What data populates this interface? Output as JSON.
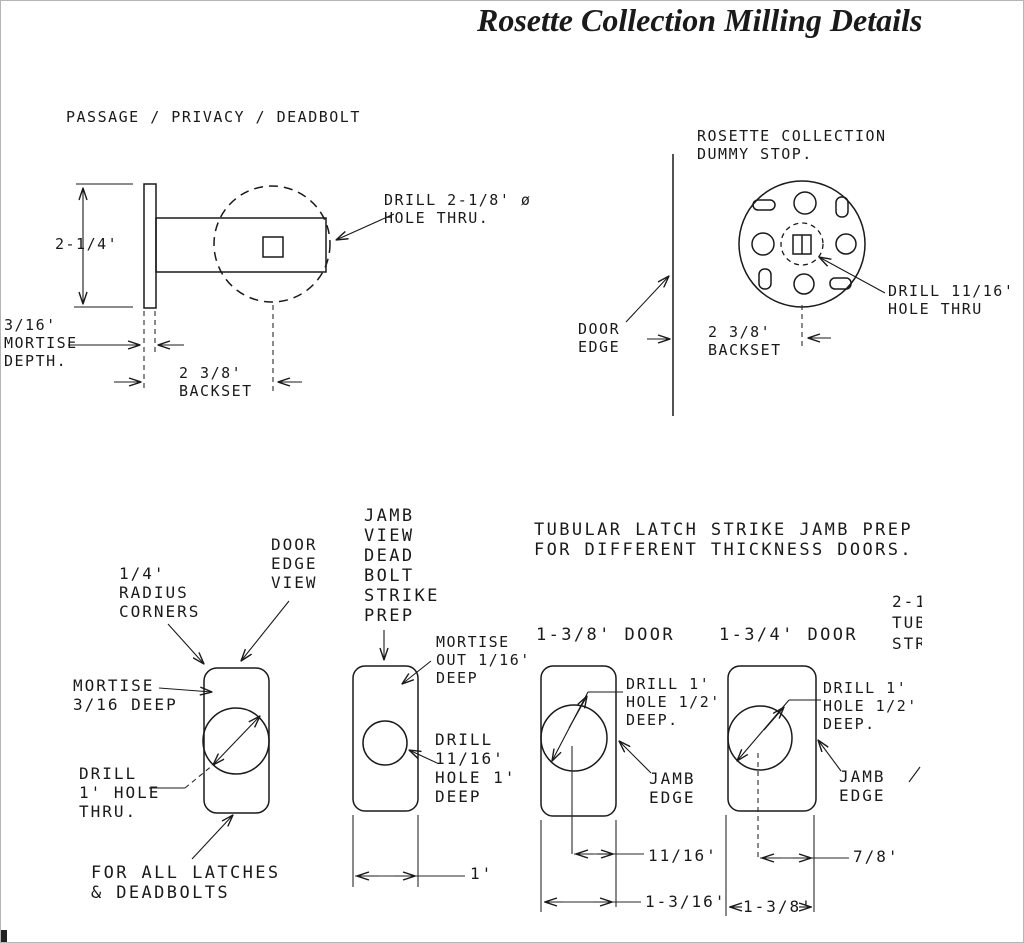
{
  "style": {
    "ink_color": "#1a1a1a",
    "background_color": "#ffffff"
  },
  "title": "Rosette Collection Milling Details",
  "passage_view": {
    "heading": "PASSAGE / PRIVACY / DEADBOLT",
    "height_dim": "2-1/4'",
    "drill_note": "DRILL 2-1/8' ø\nHOLE THRU.",
    "mortise_note": "3/16'\nMORTISE\nDEPTH.",
    "backset_note": "2 3/8'\nBACKSET"
  },
  "dummy_view": {
    "heading": "ROSETTE COLLECTION\nDUMMY STOP.",
    "door_edge_label": "DOOR\nEDGE",
    "backset_note": "2 3/8'\nBACKSET",
    "drill_note": "DRILL 11/16'\nHOLE THRU"
  },
  "latch_mortise_view": {
    "radius_note": "1/4'\nRADIUS\nCORNERS",
    "door_edge_view_label": "DOOR\nEDGE\nVIEW",
    "mortise_note": "MORTISE\n3/16 DEEP",
    "drill_note": "DRILL\n1' HOLE\nTHRU.",
    "caption": "FOR ALL LATCHES\n& DEADBOLTS"
  },
  "deadbolt_strike_view": {
    "heading": "JAMB\nVIEW\nDEAD\nBOLT\nSTRIKE\nPREP",
    "mortise_note": "MORTISE\nOUT 1/16'\nDEEP",
    "drill_note": "DRILL\n11/16'\nHOLE 1'\nDEEP",
    "width_dim": "1'"
  },
  "tubular_strike_section": {
    "heading": "TUBULAR LATCH STRIKE JAMB PREP\nFOR DIFFERENT THICKNESS DOORS.",
    "clipped_label": "2-1\nTUB\nSTR",
    "door_138": {
      "label": "1-3/8' DOOR",
      "drill_note": "DRILL 1'\nHOLE 1/2'\nDEEP.",
      "jamb_edge_label": "JAMB\nEDGE",
      "offset_dim": "11/16'",
      "width_dim": "1-3/16'"
    },
    "door_134": {
      "label": "1-3/4' DOOR",
      "drill_note": "DRILL 1'\nHOLE 1/2'\nDEEP.",
      "jamb_edge_label": "JAMB\nEDGE",
      "offset_dim": "7/8'",
      "width_dim": "1-3/8'"
    }
  }
}
